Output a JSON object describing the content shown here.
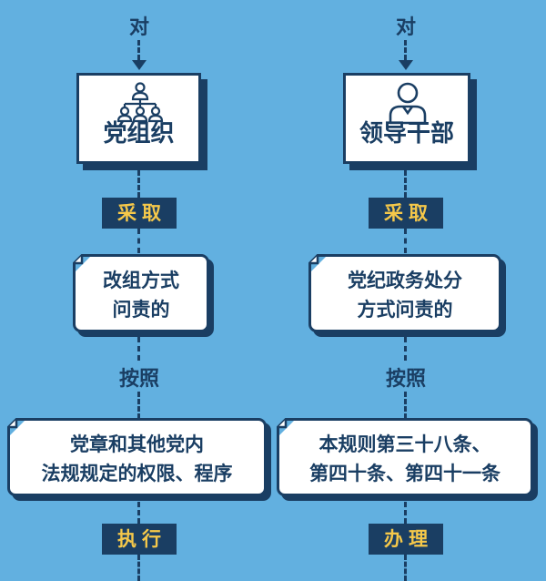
{
  "left": {
    "to_label": "对",
    "box_title": "党组织",
    "box_icon": "organization-hierarchy-icon",
    "tag1": "采取",
    "note1": [
      "改组方式",
      "问责的"
    ],
    "by_label": "按照",
    "note2": [
      "党章和其他党内",
      "法规规定的权限、程序"
    ],
    "tag2": "执行"
  },
  "right": {
    "to_label": "对",
    "box_title": "领导干部",
    "box_icon": "person-icon",
    "tag1": "采取",
    "note1": [
      "党纪政务处分",
      "方式问责的"
    ],
    "by_label": "按照",
    "note2": [
      "本规则第三十八条、",
      "第四十条、第四十一条"
    ],
    "tag2": "办理"
  },
  "colors": {
    "background": "#62b0e0",
    "navy": "#1a3e63",
    "tag_text": "#f5c84a",
    "box": "#ffffff"
  }
}
